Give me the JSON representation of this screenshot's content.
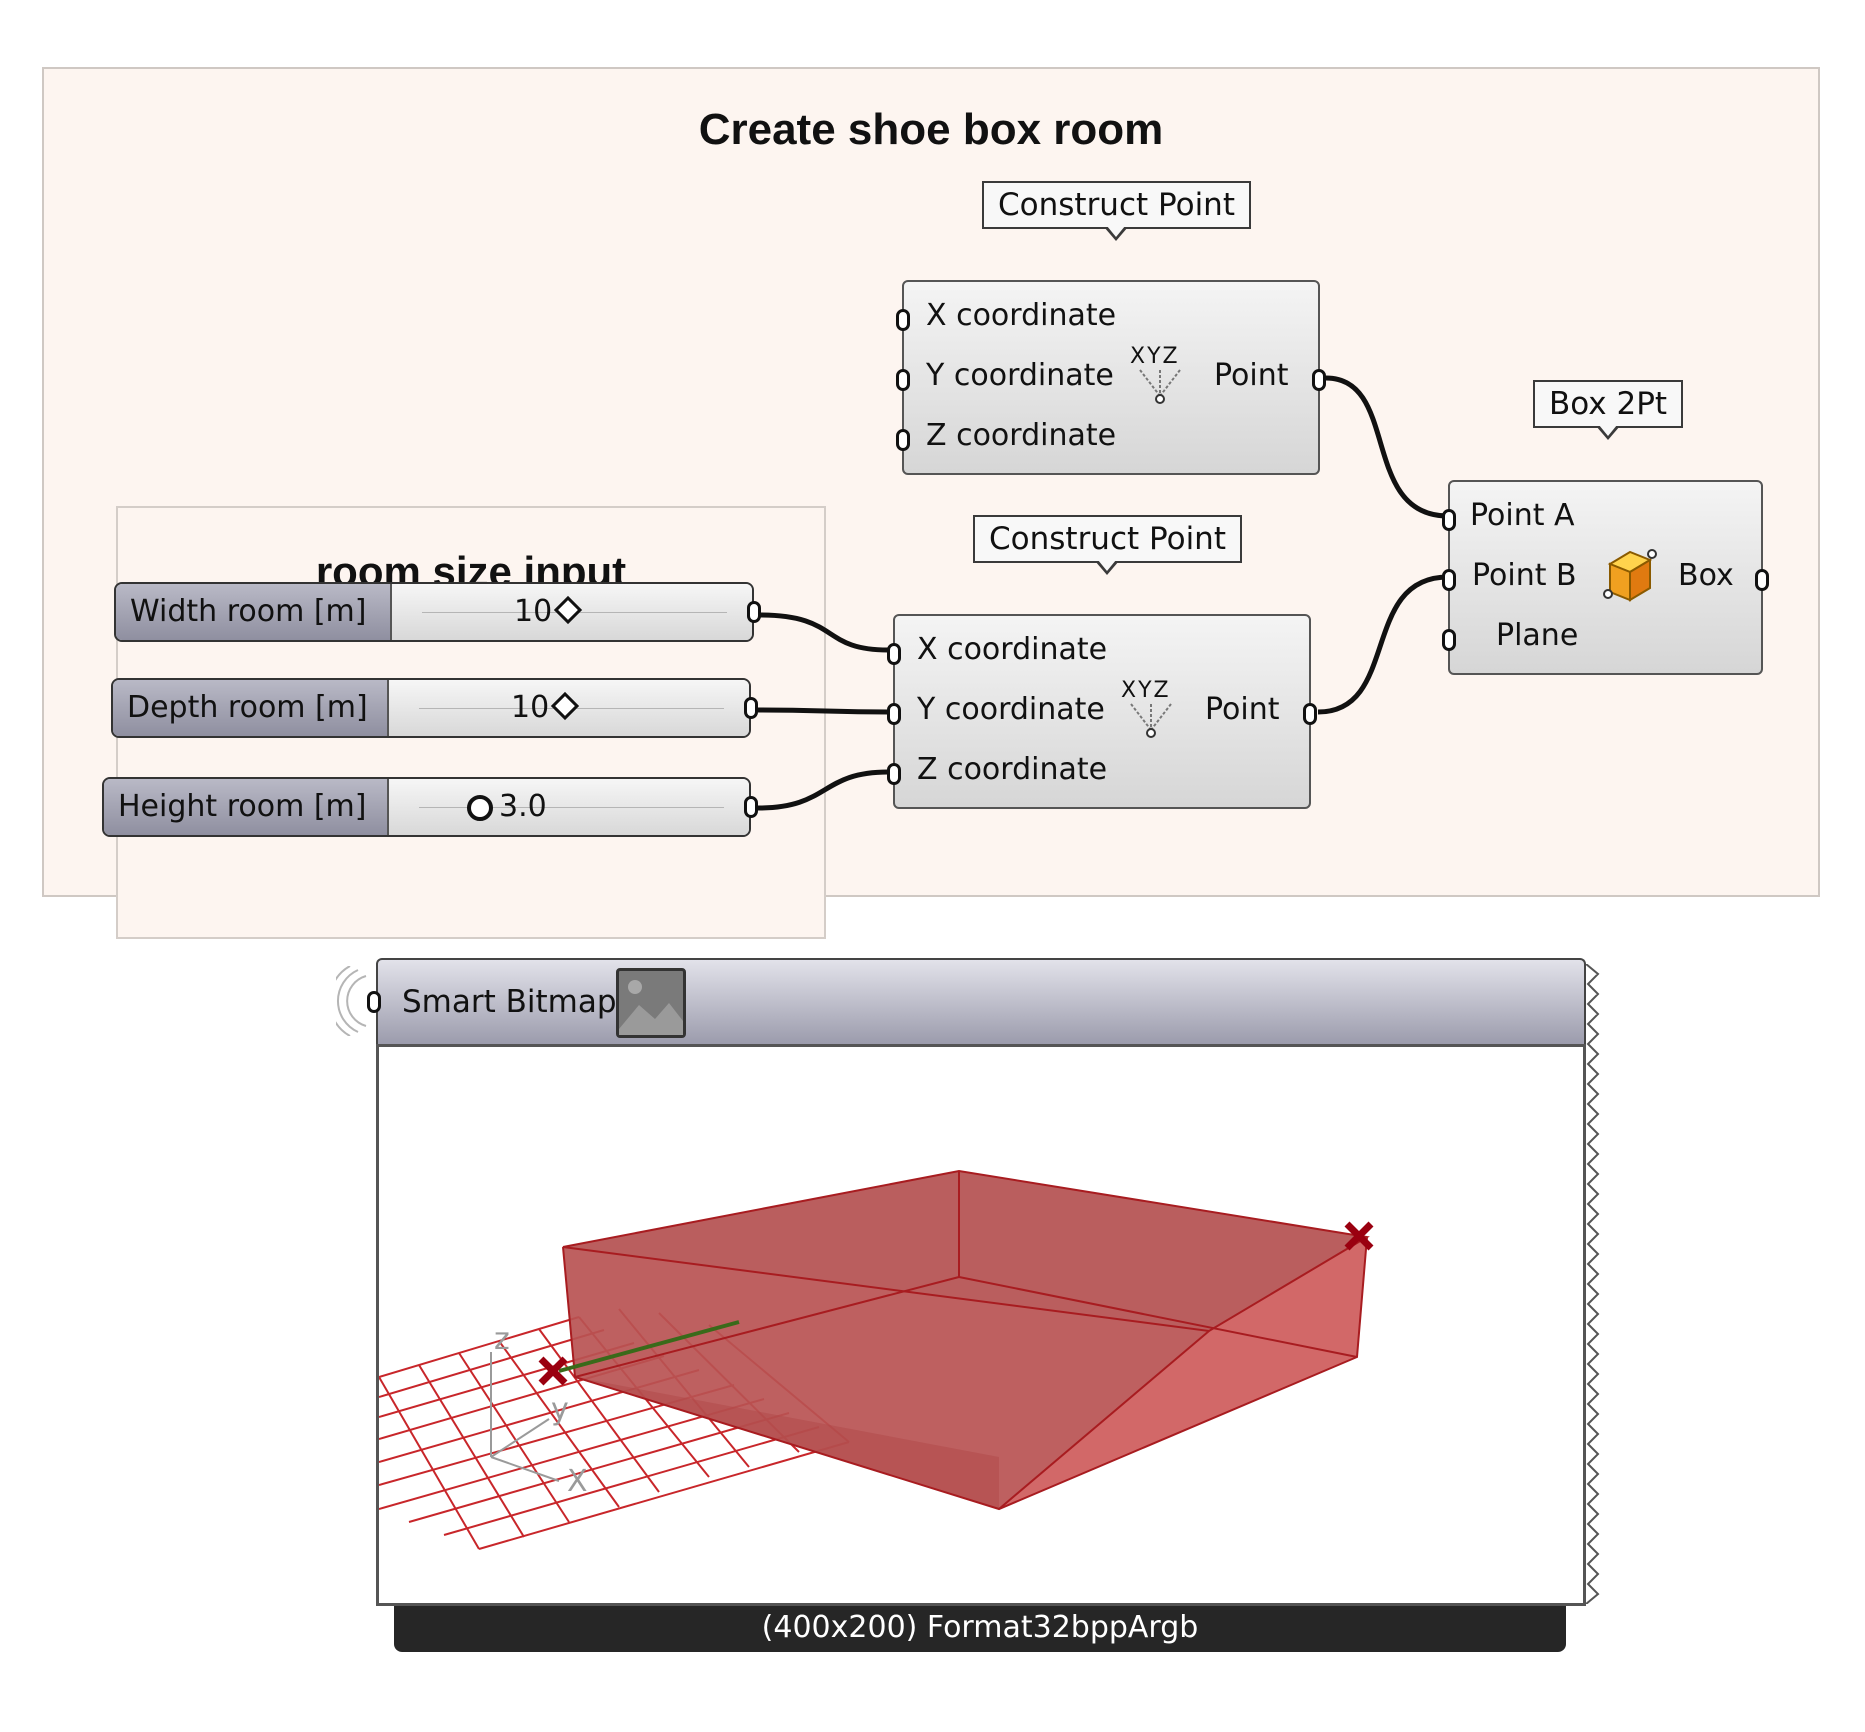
{
  "group_main": {
    "title": "Create shoe box room"
  },
  "group_sub": {
    "title": "room size input"
  },
  "construct_point_1": {
    "tag": "Construct Point",
    "inputs": [
      "X coordinate",
      "Y coordinate",
      "Z coordinate"
    ],
    "icon_label": "XYZ",
    "output": "Point"
  },
  "construct_point_2": {
    "tag": "Construct Point",
    "inputs": [
      "X coordinate",
      "Y coordinate",
      "Z coordinate"
    ],
    "icon_label": "XYZ",
    "output": "Point"
  },
  "box2pt": {
    "tag": "Box 2Pt",
    "inputs": [
      "Point A",
      "Point B",
      "Plane"
    ],
    "output": "Box",
    "icon": "box-icon"
  },
  "sliders": [
    {
      "name": "Width room [m]",
      "value": "10"
    },
    {
      "name": "Depth room [m]",
      "value": "10"
    },
    {
      "name": "Height room [m]",
      "value": "3.0"
    }
  ],
  "smart_bitmap": {
    "title": "Smart Bitmap",
    "footer": "(400x200) Format32bppArgb",
    "axis_labels": {
      "z": "z",
      "y": "y",
      "x": "X"
    }
  },
  "colors": {
    "group_bg": "#fdf5f0",
    "box_fill": "#c0393a",
    "grid_line": "#c8262a",
    "wire": "#111111"
  }
}
